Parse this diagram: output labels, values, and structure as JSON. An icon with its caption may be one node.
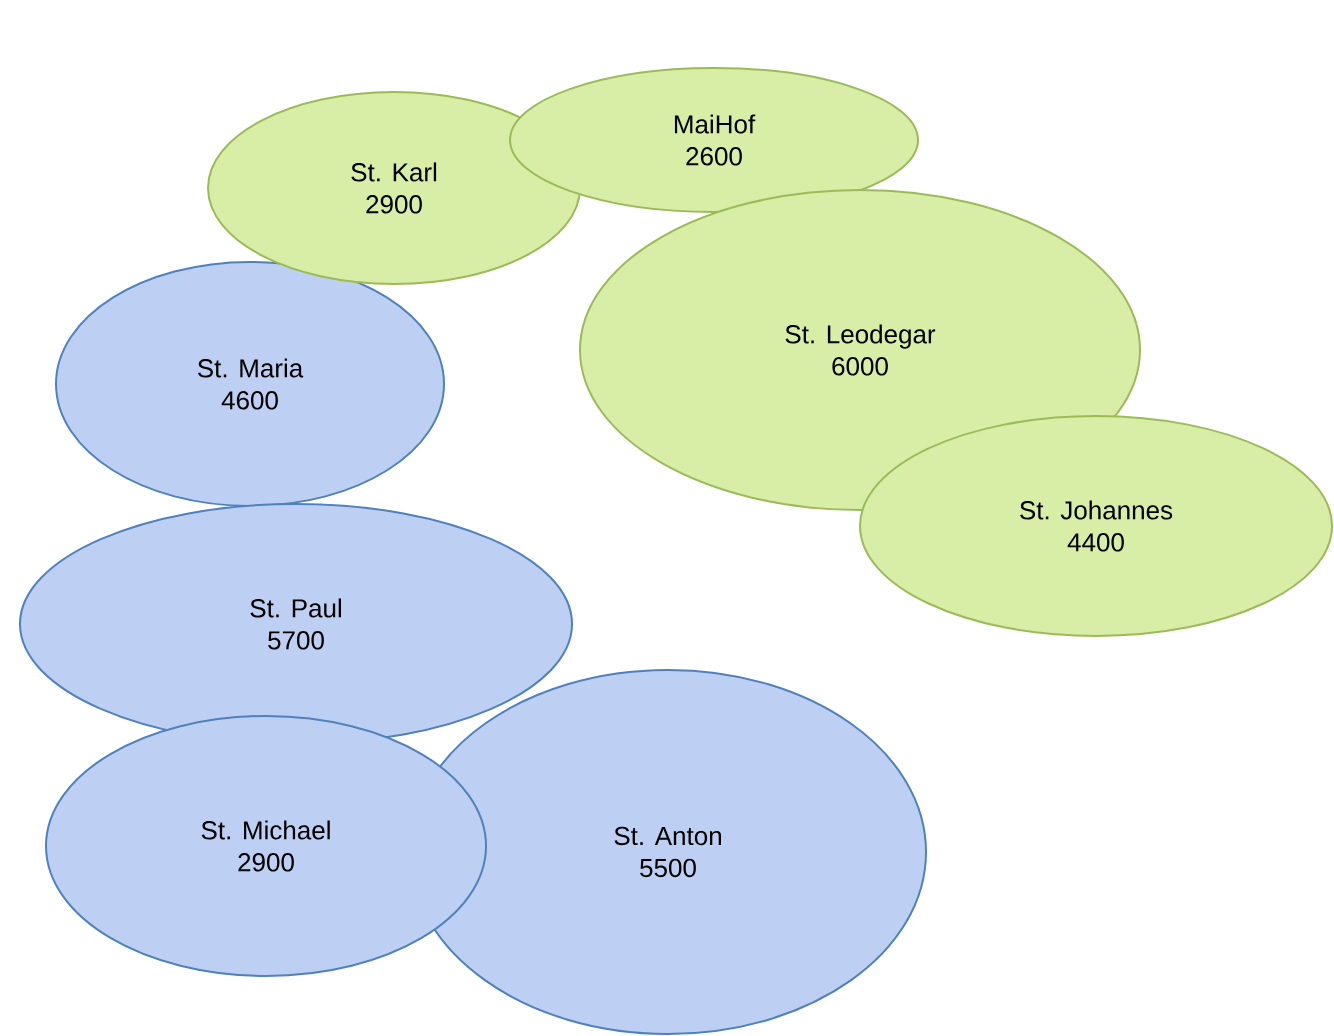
{
  "diagram": {
    "nodes": [
      {
        "text": [
          "St. Karl",
          "2900"
        ]
      },
      {
        "text": [
          "MaiHof",
          "2600"
        ]
      },
      {
        "text": [
          "St. Leodegar",
          "6000"
        ]
      },
      {
        "text": [
          "St. Maria",
          "4600"
        ]
      },
      {
        "text": [
          "St. Johannes",
          "4400"
        ]
      },
      {
        "text": [
          "St. Paul",
          "5700"
        ]
      },
      {
        "text": [
          "St. Michael",
          "2900"
        ]
      },
      {
        "text": [
          "St. Anton",
          "5500"
        ]
      }
    ]
  }
}
